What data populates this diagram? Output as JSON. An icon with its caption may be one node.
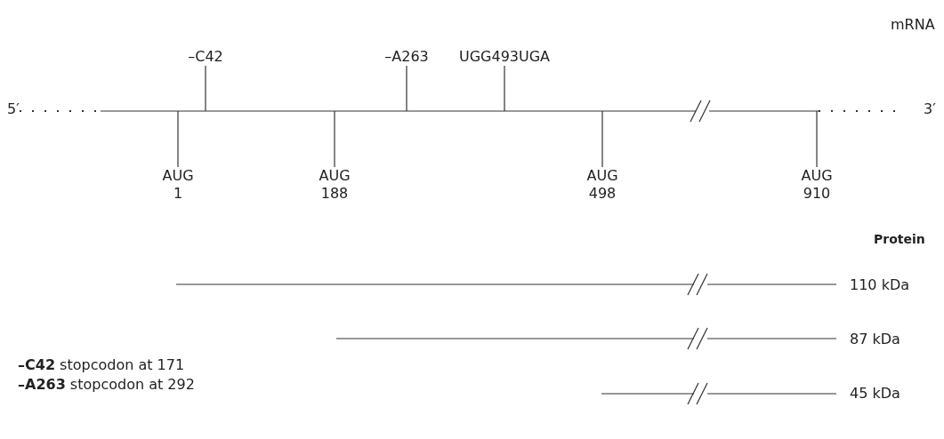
{
  "diagram": {
    "nodes": [
      {
        "text": [
          "–C42"
        ]
      },
      {
        "text": [
          "–A263"
        ]
      },
      {
        "text": [
          "UGG493UGA"
        ]
      },
      {
        "text": [
          "AUG 1"
        ]
      },
      {
        "text": [
          "AUG 188"
        ]
      },
      {
        "text": [
          "AUG 498"
        ]
      },
      {
        "text": [
          "AUG 910"
        ]
      }
    ],
    "edges": [
      {
        "from": 0,
        "to": null,
        "arrow": "none"
      },
      {
        "from": 1,
        "to": null,
        "arrow": "none"
      },
      {
        "from": 2,
        "to": null,
        "arrow": "none"
      },
      {
        "from": 3,
        "to": null,
        "arrow": "none"
      },
      {
        "from": 4,
        "to": null,
        "arrow": "none"
      },
      {
        "from": 5,
        "to": null,
        "arrow": "none"
      },
      {
        "from": 6,
        "to": null,
        "arrow": "none"
      }
    ],
    "labels": [
      "mRNA",
      "5′",
      "3′",
      "Protein",
      "110 kDa",
      "87 kDa",
      "**–C42** stopcodon at 171",
      "**–A263** stopcodon at 292",
      "45 kDa"
    ]
  }
}
